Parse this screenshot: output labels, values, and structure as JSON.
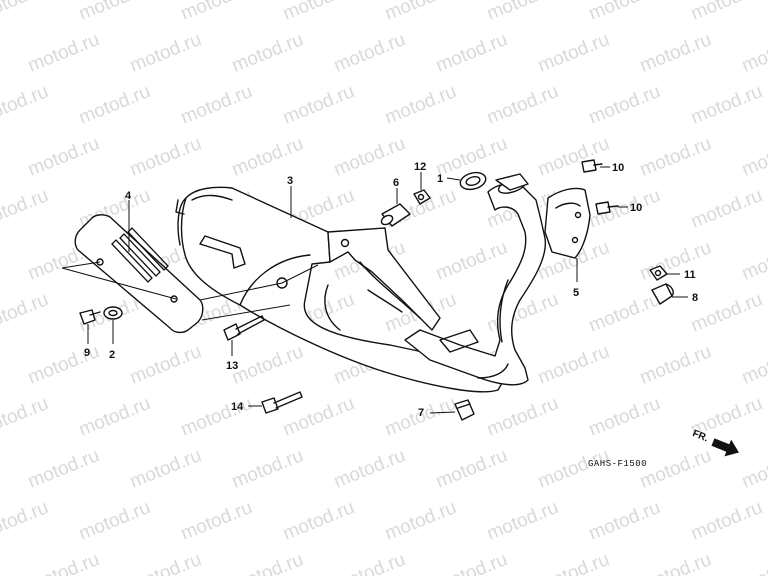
{
  "watermark": {
    "text": "motod.ru"
  },
  "diagram": {
    "drawing_code": "GAHS-F1500",
    "front_indicator": "FR.",
    "callouts": [
      "1",
      "2",
      "3",
      "4",
      "5",
      "6",
      "7",
      "8",
      "9",
      "10",
      "10",
      "11",
      "12",
      "13",
      "14"
    ]
  },
  "colors": {
    "line": "#111111",
    "watermark": "#d9d9d9",
    "background": "#ffffff"
  }
}
